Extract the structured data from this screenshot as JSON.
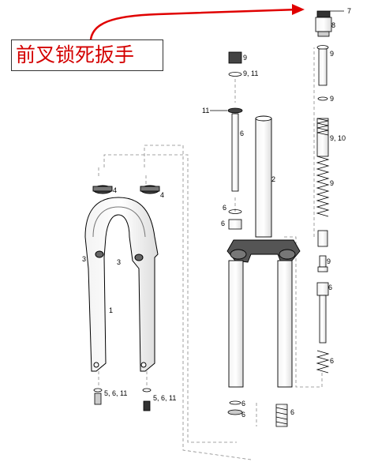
{
  "callout": {
    "text": "前叉锁死扳手",
    "color": "#d40000"
  },
  "parts": {
    "p7": "7",
    "p8": "8",
    "p9a": "9",
    "p9b": "9, 11",
    "p11": "11",
    "p6a": "6",
    "p2": "2",
    "p9c": "9",
    "p9d": "9",
    "p910": "9, 10",
    "p9e": "9",
    "p9f": "9",
    "p6b": "6",
    "p6c": "6",
    "p4a": "4",
    "p4b": "4",
    "p6d": "6",
    "p6e": "6",
    "p3a": "3",
    "p3b": "3",
    "p1": "1",
    "p5a": "5, 6, 11",
    "p5b": "5, 6, 11",
    "p6f": "6",
    "p6g": "6",
    "p6h": "6"
  }
}
